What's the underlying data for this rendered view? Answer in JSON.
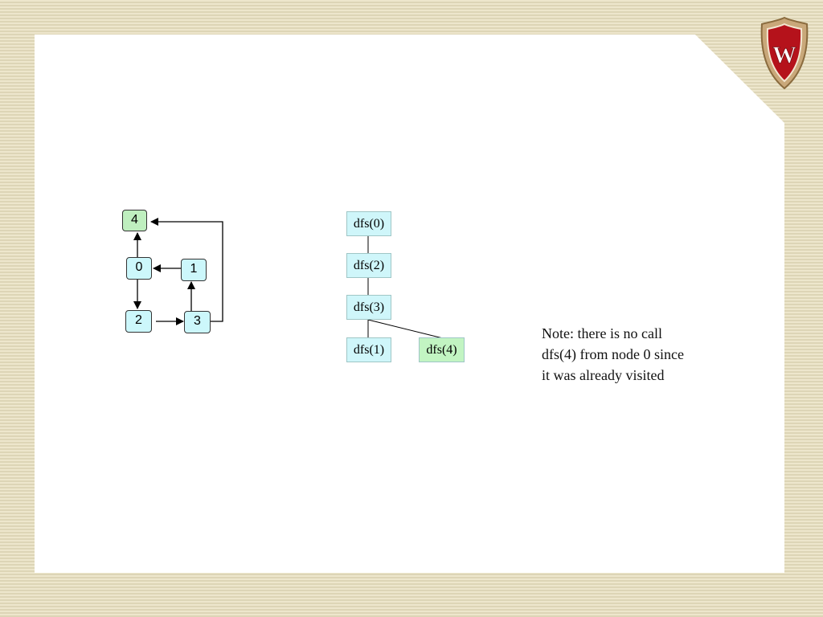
{
  "colors": {
    "node_fill": "#ccf7fb",
    "visited_fill": "#bfefbf",
    "tree_fill": "#cff6fa",
    "tree_visited_fill": "#c2f4c2",
    "edge": "#000000",
    "logo_red": "#b5121b"
  },
  "graph": {
    "nodes": [
      {
        "id": "4",
        "label": "4",
        "highlighted": true
      },
      {
        "id": "0",
        "label": "0",
        "highlighted": false
      },
      {
        "id": "1",
        "label": "1",
        "highlighted": false
      },
      {
        "id": "2",
        "label": "2",
        "highlighted": false
      },
      {
        "id": "3",
        "label": "3",
        "highlighted": false
      }
    ],
    "edges": [
      {
        "from": "0",
        "to": "4"
      },
      {
        "from": "1",
        "to": "0"
      },
      {
        "from": "0",
        "to": "2"
      },
      {
        "from": "2",
        "to": "3"
      },
      {
        "from": "3",
        "to": "1"
      },
      {
        "from": "3",
        "to": "4"
      }
    ]
  },
  "call_tree": {
    "nodes": [
      {
        "id": "t0",
        "label": "dfs(0)",
        "highlighted": false
      },
      {
        "id": "t2",
        "label": "dfs(2)",
        "highlighted": false
      },
      {
        "id": "t3",
        "label": "dfs(3)",
        "highlighted": false
      },
      {
        "id": "t1",
        "label": "dfs(1)",
        "highlighted": false
      },
      {
        "id": "t4",
        "label": "dfs(4)",
        "highlighted": true
      }
    ],
    "edges": [
      {
        "from": "dfs(0)",
        "to": "dfs(2)"
      },
      {
        "from": "dfs(2)",
        "to": "dfs(3)"
      },
      {
        "from": "dfs(3)",
        "to": "dfs(1)"
      },
      {
        "from": "dfs(3)",
        "to": "dfs(4)"
      }
    ]
  },
  "note": {
    "lines": [
      "Note: there is no call",
      "dfs(4) from node 0 since",
      "it was already visited"
    ]
  },
  "logo": {
    "letter": "W"
  }
}
